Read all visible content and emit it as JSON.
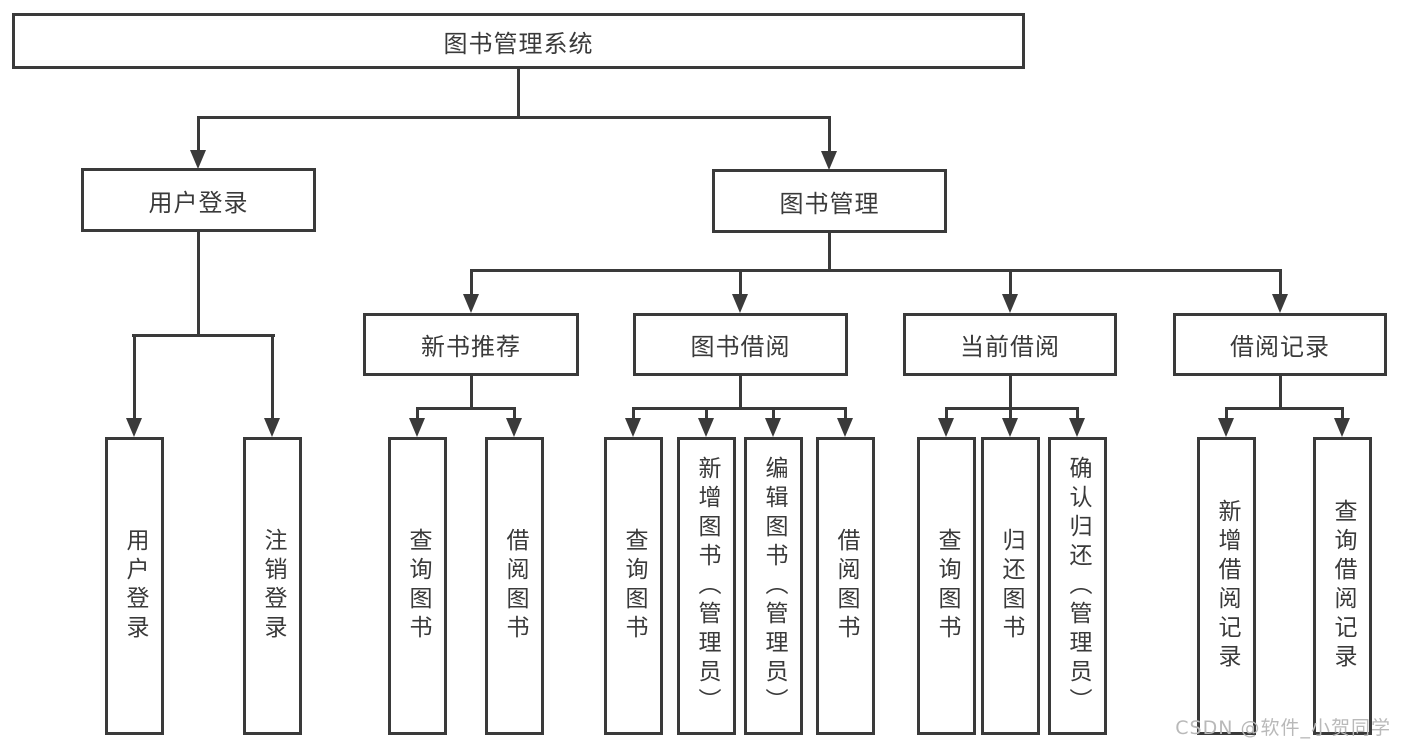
{
  "diagram": {
    "type": "tree",
    "root": {
      "label": "图书管理系统"
    },
    "branches": [
      {
        "label": "用户登录",
        "children": [
          {
            "label": "用户登录"
          },
          {
            "label": "注销登录"
          }
        ]
      },
      {
        "label": "图书管理",
        "children": [
          {
            "label": "新书推荐",
            "children": [
              {
                "label": "查询图书"
              },
              {
                "label": "借阅图书"
              }
            ]
          },
          {
            "label": "图书借阅",
            "children": [
              {
                "label": "查询图书"
              },
              {
                "label": "新增图书（管理员）"
              },
              {
                "label": "编辑图书（管理员）"
              },
              {
                "label": "借阅图书"
              }
            ]
          },
          {
            "label": "当前借阅",
            "children": [
              {
                "label": "查询图书"
              },
              {
                "label": "归还图书"
              },
              {
                "label": "确认归还（管理员）"
              }
            ]
          },
          {
            "label": "借阅记录",
            "children": [
              {
                "label": "新增借阅记录"
              },
              {
                "label": "查询借阅记录"
              }
            ]
          }
        ]
      }
    ],
    "watermark": "CSDN @软件_小贺同学",
    "colors": {
      "line": "#3a3a3a",
      "text": "#3a3a3a",
      "background": "#ffffff",
      "watermark": "#b9b9b9"
    }
  }
}
